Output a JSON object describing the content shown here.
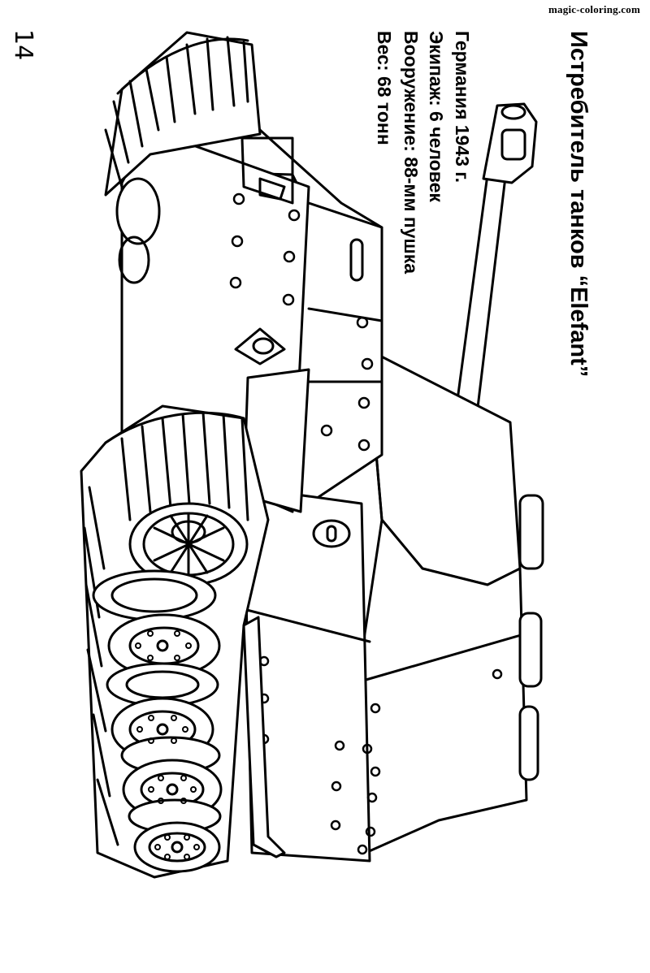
{
  "watermark": "magic-coloring.com",
  "page_number": "14",
  "caption": {
    "title": "Истребитель танков “Elefant”",
    "lines": [
      "Германия 1943 г.",
      "Экипаж: 6 человек",
      "Вооружение: 88-мм пушка",
      "Вес: 68 тонн"
    ]
  },
  "illustration": {
    "subject_icon": "tank-destroyer-drawing",
    "style": "black outline coloring page",
    "line_color": "#000000",
    "background_color": "#ffffff"
  }
}
